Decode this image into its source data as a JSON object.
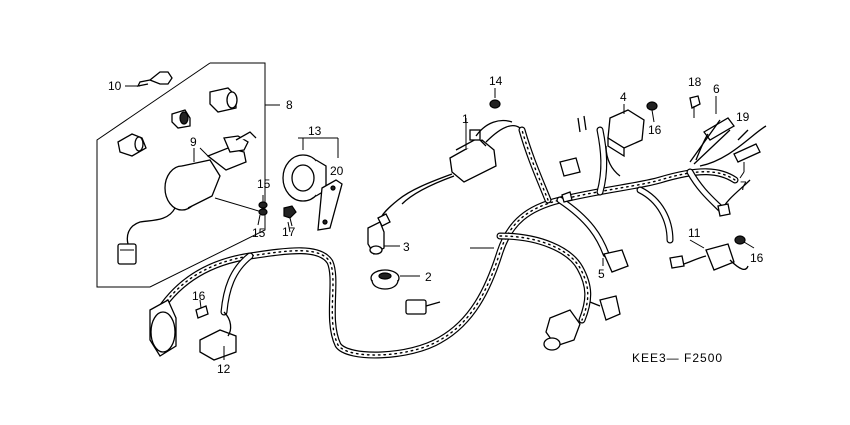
{
  "diagram": {
    "part_callouts": {
      "p1": "1",
      "p2": "2",
      "p3": "3",
      "p4": "4",
      "p5": "5",
      "p6": "6",
      "p7": "7",
      "p8": "8",
      "p9": "9",
      "p10": "10",
      "p11": "11",
      "p12": "12",
      "p13": "13",
      "p14": "14",
      "p15a": "15",
      "p15b": "15",
      "p16a": "16",
      "p16b": "16",
      "p16c": "16",
      "p17": "17",
      "p18": "18",
      "p19": "19",
      "p20": "20"
    },
    "figure_code": "KEE3— F2500"
  }
}
